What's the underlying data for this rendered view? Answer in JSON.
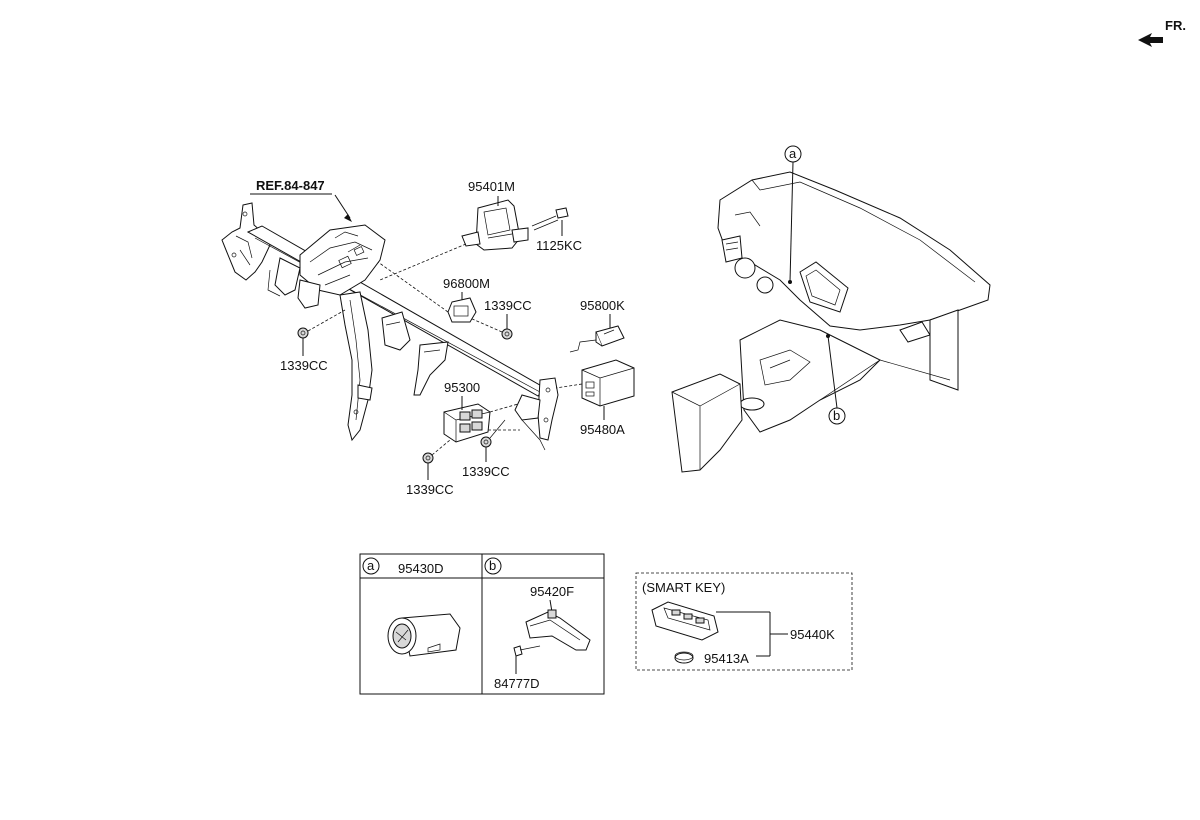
{
  "front_marker": {
    "text": "FR."
  },
  "reference": {
    "text": "REF.84-847"
  },
  "parts": {
    "p95401M": "95401M",
    "p1125KC": "1125KC",
    "p96800M": "96800M",
    "p1339CC_a": "1339CC",
    "p1339CC_b": "1339CC",
    "p1339CC_c": "1339CC",
    "p1339CC_d": "1339CC",
    "p95800K": "95800K",
    "p95300": "95300",
    "p95480A": "95480A"
  },
  "callouts": {
    "a": "a",
    "b": "b"
  },
  "detail_a": {
    "marker": "a",
    "part": "95430D"
  },
  "detail_b": {
    "marker": "b",
    "part_top": "95420F",
    "part_bottom": "84777D"
  },
  "smart_key": {
    "title": "(SMART KEY)",
    "part_key": "95440K",
    "part_battery": "95413A"
  }
}
